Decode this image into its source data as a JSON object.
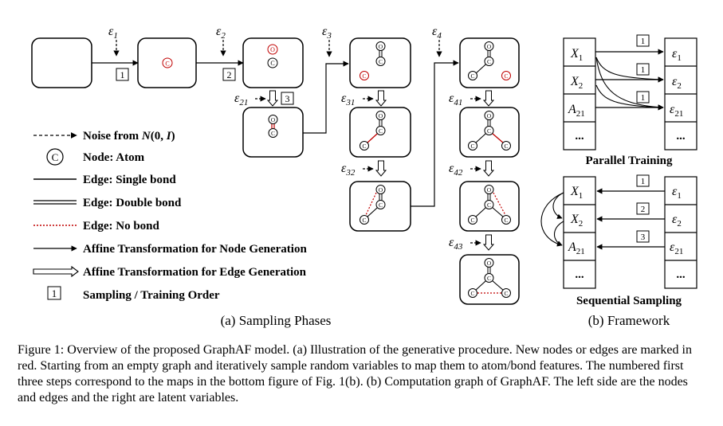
{
  "noise": {
    "e1": "ε",
    "e1_sub": "1",
    "e2": "ε",
    "e2_sub": "2",
    "e3": "ε",
    "e3_sub": "3",
    "e4": "ε",
    "e4_sub": "4",
    "e21": "ε",
    "e21_sub": "21",
    "e31": "ε",
    "e31_sub": "31",
    "e32": "ε",
    "e32_sub": "32",
    "e41": "ε",
    "e41_sub": "41",
    "e42": "ε",
    "e42_sub": "42",
    "e43": "ε",
    "e43_sub": "43"
  },
  "atom": {
    "carbon": "C",
    "oxygen": "O"
  },
  "order": {
    "one": "1",
    "two": "2",
    "three": "3"
  },
  "legend": {
    "noise_prefix": "Noise from ",
    "noise_math": "N",
    "noise_args": "(0, ",
    "noise_i": "I",
    "noise_close": ")",
    "node": "Node: Atom",
    "single": "Edge: Single bond",
    "double": "Edge: Double bond",
    "nobond": "Edge: No bond",
    "affine_node": "Affine Transformation for Node Generation",
    "affine_edge": "Affine Transformation for Edge Generation",
    "order_icon": "1",
    "order": "Sampling / Training Order"
  },
  "framework": {
    "left": [
      {
        "main": "X",
        "sub": "1"
      },
      {
        "main": "X",
        "sub": "2"
      },
      {
        "main": "A",
        "sub": "21"
      },
      {
        "main": "...",
        "sub": ""
      }
    ],
    "right": [
      {
        "main": "ε",
        "sub": "1"
      },
      {
        "main": "ε",
        "sub": "2"
      },
      {
        "main": "ε",
        "sub": "21"
      },
      {
        "main": "...",
        "sub": ""
      }
    ],
    "parallel_title": "Parallel Training",
    "sequential_title": "Sequential Sampling"
  },
  "subcaptions": {
    "a": "(a) Sampling Phases",
    "b": "(b) Framework"
  },
  "caption": "Figure 1: Overview of the proposed GraphAF model. (a) Illustration of the generative procedure. New nodes or edges are marked in red. Starting from an empty graph and iteratively sample random variables to map them to atom/bond features. The numbered first three steps correspond to the maps in the bottom figure of Fig. 1(b). (b) Computation graph of GraphAF. The left side are the nodes and edges and the right are latent variables.",
  "colors": {
    "new": "#c00000",
    "ink": "#000000"
  }
}
